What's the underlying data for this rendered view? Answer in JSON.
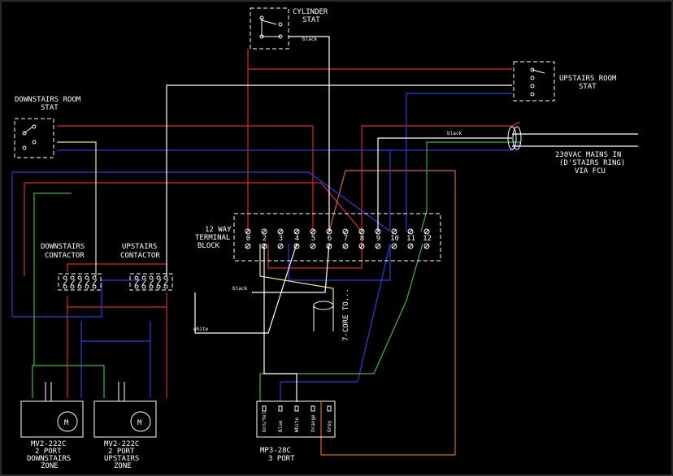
{
  "colors": {
    "background": "#000000",
    "red": "#d62b2b",
    "blue": "#2a3ee0",
    "green": "#3fb63f",
    "white": "#ffffff",
    "yellow": "#f0e68c",
    "orange": "#d9662a"
  },
  "labels": {
    "cylinder_stat": [
      "CYLINDER",
      "STAT"
    ],
    "upstairs_stat": [
      "UPSTAIRS ROOM",
      "STAT"
    ],
    "downstairs_stat": [
      "DOWNSTAIRS ROOM",
      "STAT"
    ],
    "mains": [
      "230VAC MAINS IN",
      "(D'STAIRS RING)",
      "VIA FCU"
    ],
    "terminal_block": [
      "12 WAY",
      "TERMINAL",
      "BLOCK"
    ],
    "downstairs_contactor": [
      "DOWNSTAIRS",
      "CONTACTOR"
    ],
    "upstairs_contactor": [
      "UPSTAIRS",
      "CONTACTOR"
    ],
    "valve_downstairs": [
      "MV2-222C",
      "2 PORT",
      "DOWNSTAIRS",
      "ZONE"
    ],
    "valve_upstairs": [
      "MV2-222C",
      "2 PORT",
      "UPSTAIRS",
      "ZONE"
    ],
    "valve_3port": [
      "MP3-28C",
      "3 PORT"
    ],
    "seven_core": "7-CORE TO...",
    "motor_symbol": "M",
    "wire_black": "black",
    "wire_white": "white",
    "wp_colours": [
      "Grn/Yel",
      "Blue",
      "White",
      "Orange",
      "Grey"
    ]
  },
  "terminals": [
    "0",
    "2",
    "3",
    "4",
    "5",
    "6",
    "7",
    "8",
    "9",
    "10",
    "11",
    "12"
  ]
}
